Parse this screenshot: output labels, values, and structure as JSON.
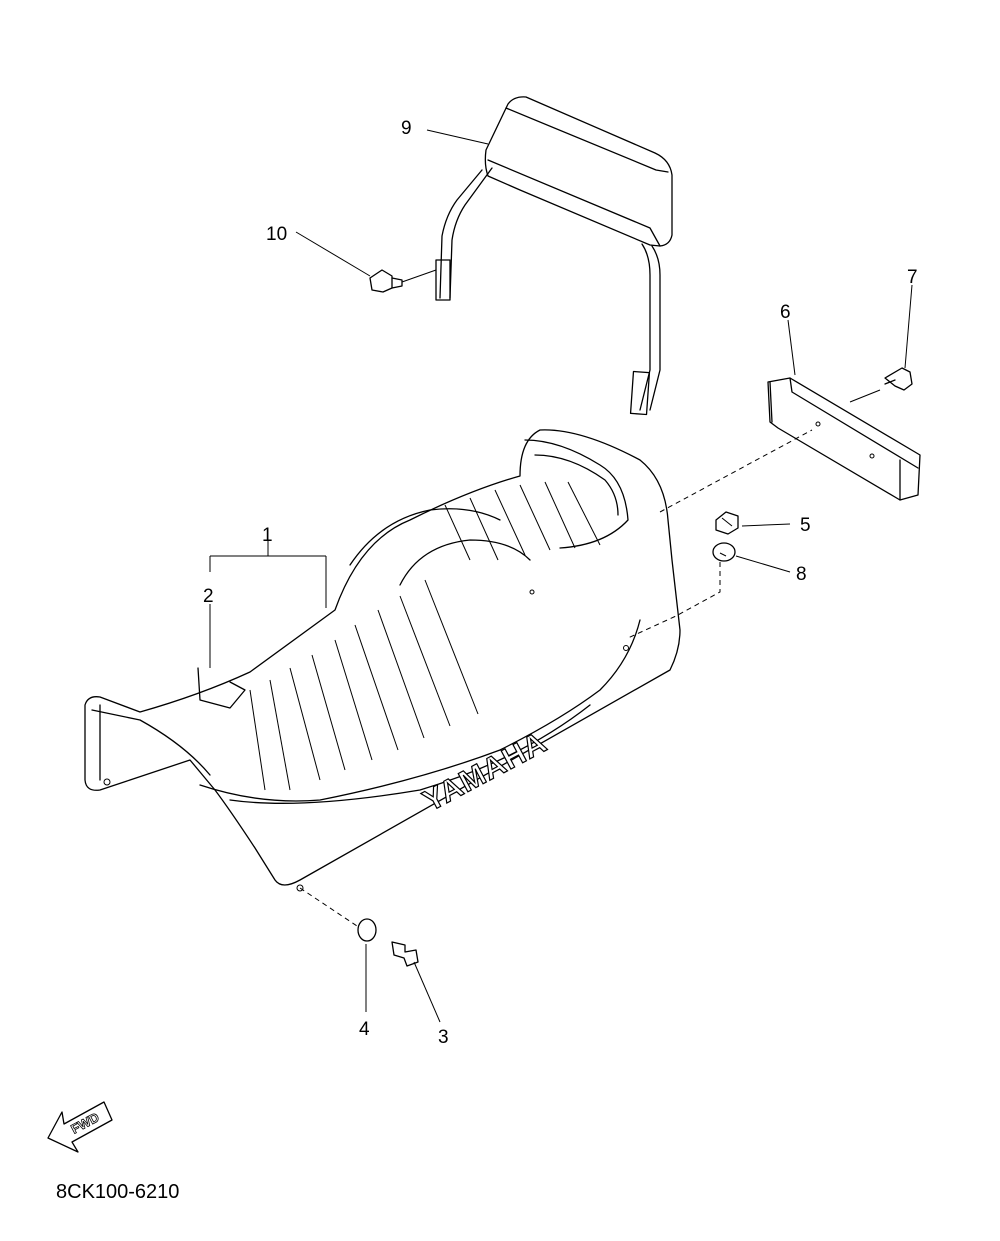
{
  "diagram_code": "8CK100-6210",
  "brand_text": "YAMAHA",
  "fwd_label": "FWD",
  "callouts": [
    "1",
    "2",
    "3",
    "4",
    "5",
    "6",
    "7",
    "8",
    "9",
    "10"
  ]
}
